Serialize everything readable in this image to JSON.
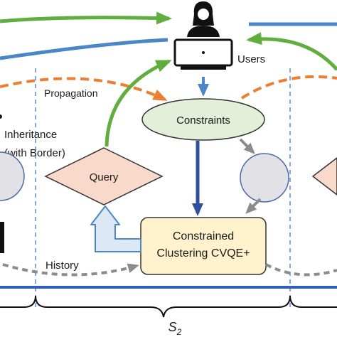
{
  "labels": {
    "users": "Users",
    "propagation": "Propagation",
    "inheritance_line1": "Inheritance",
    "inheritance_line2": "(with Border)",
    "constraints": "Constraints",
    "query": "Query",
    "clustering_line1": "Constrained",
    "clustering_line2": "Clustering CVQE+",
    "history": "History",
    "segment_var": "S",
    "segment_sub": "2"
  },
  "colors": {
    "green_arrow": "#5fae3e",
    "blue_arrow": "#4a86c8",
    "orange_dashed": "#ec7d31",
    "gray_dashed": "#8c8c8c",
    "dark_blue": "#2f4f9e",
    "constraints_fill": "#e3efd8",
    "query_fill": "#f9d9c9",
    "clustering_fill": "#fff2cc",
    "circle_fill": "#e2e2e6",
    "divider": "#3f7bd0"
  },
  "icons": [
    "user-icon",
    "laptop-icon"
  ]
}
